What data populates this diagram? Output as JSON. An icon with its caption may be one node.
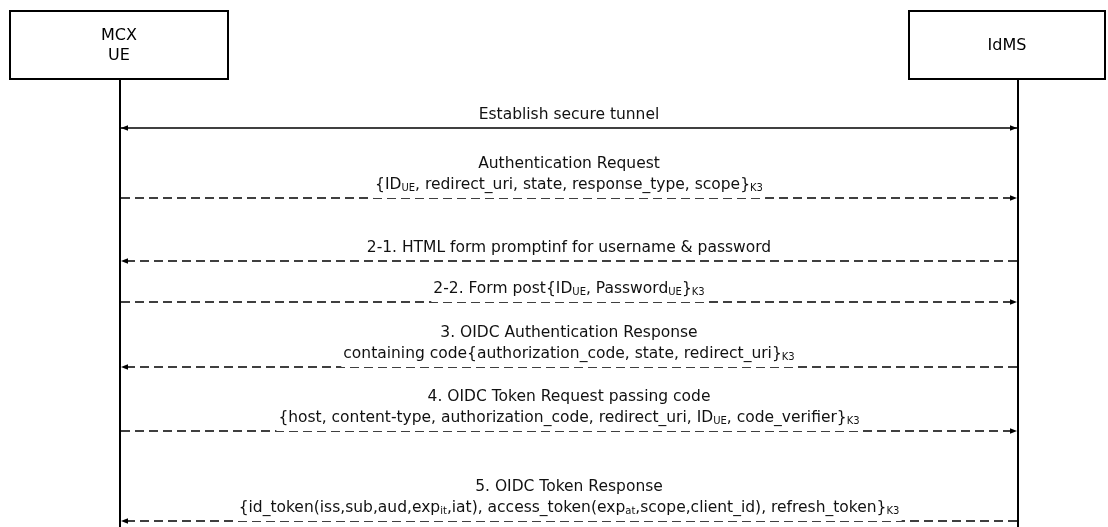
{
  "diagram": {
    "nodes": [
      {
        "text": [
          "MCX UE"
        ]
      },
      {
        "text": [
          "IdMS"
        ]
      },
      {
        "text": [],
        "shape": "line"
      },
      {
        "text": [],
        "shape": "line"
      }
    ],
    "edges": [
      {
        "from": 2,
        "to": 3,
        "arrow": "both",
        "label": "Establish secure tunnel"
      },
      {
        "from": 2,
        "to": 3,
        "arrow": "to",
        "style": "dashed",
        "label": "Authentication Request {ID$_{UE}$, redirect_uri, state, response_type, scope}$_{K3}$"
      },
      {
        "from": 3,
        "to": 2,
        "arrow": "to",
        "style": "dashed",
        "label": "2-1. HTML form promptinf for username & password"
      },
      {
        "from": 2,
        "to": 3,
        "arrow": "to",
        "style": "dashed",
        "label": "2-2. Form post{ID$_{UE}$, Password$_{UE}$}$_{K3}$"
      },
      {
        "from": 3,
        "to": 2,
        "arrow": "to",
        "style": "dashed",
        "label": "3. OIDC Authentication Response containing code{authorization_code, state, redirect_uri}$_{K3}$"
      },
      {
        "from": 2,
        "to": 3,
        "arrow": "to",
        "style": "dashed",
        "label": "4. OIDC Token Request passing code {host, content-type, authorization_code, redirect_uri, ID$_{UE}$, code_verifier}$_{K3}$"
      },
      {
        "from": 3,
        "to": 2,
        "arrow": "to",
        "style": "dashed",
        "label": "5. OIDC Token Response {id_token(iss,sub,aud,exp$_{it}$,iat), access_token(exp$_{at}$,scope,client_id), refresh_token}$_{K3}$"
      }
    ]
  }
}
